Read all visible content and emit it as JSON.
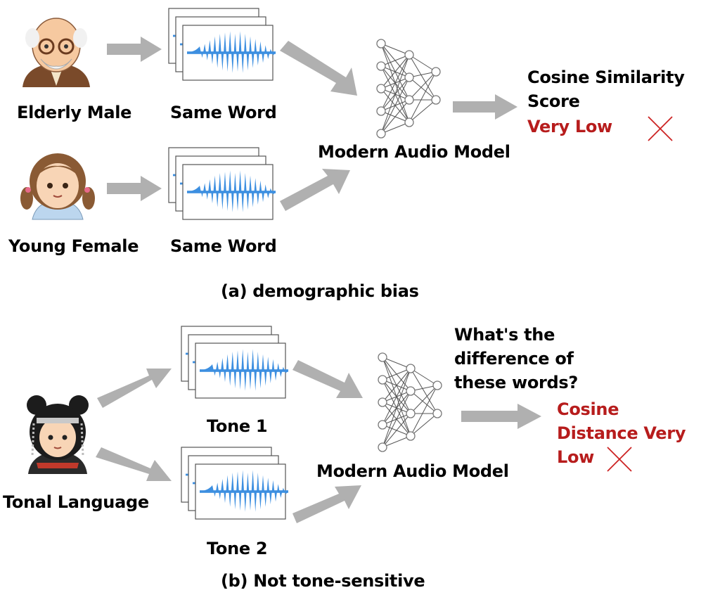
{
  "colors": {
    "text": "#000000",
    "result_red": "#b71c1c",
    "arrow": "#b0b0b0",
    "waveform": "#3d8fe0",
    "cross": "#cc2222"
  },
  "panel_a": {
    "caption": "(a) demographic bias",
    "speaker_top": "Elderly Male",
    "speaker_bottom": "Young Female",
    "word_top": "Same Word",
    "word_bottom": "Same Word",
    "model": "Modern Audio Model",
    "result_line1": "Cosine Similarity",
    "result_line2": "Score",
    "result_value": "Very Low"
  },
  "panel_b": {
    "caption": "(b) Not tone-sensitive",
    "speaker": "Tonal Language",
    "tone_top": "Tone 1",
    "tone_bottom": "Tone 2",
    "model": "Modern Audio Model",
    "question_line1": "What's the",
    "question_line2": "difference of",
    "question_line3": "these words?",
    "result_line1": "Cosine",
    "result_line2": "Distance Very",
    "result_line3": "Low"
  },
  "icons": [
    "elderly-man-icon",
    "girl-icon",
    "tonal-language-speaker-icon",
    "waveform-icon",
    "neural-network-icon",
    "cross-icon"
  ]
}
